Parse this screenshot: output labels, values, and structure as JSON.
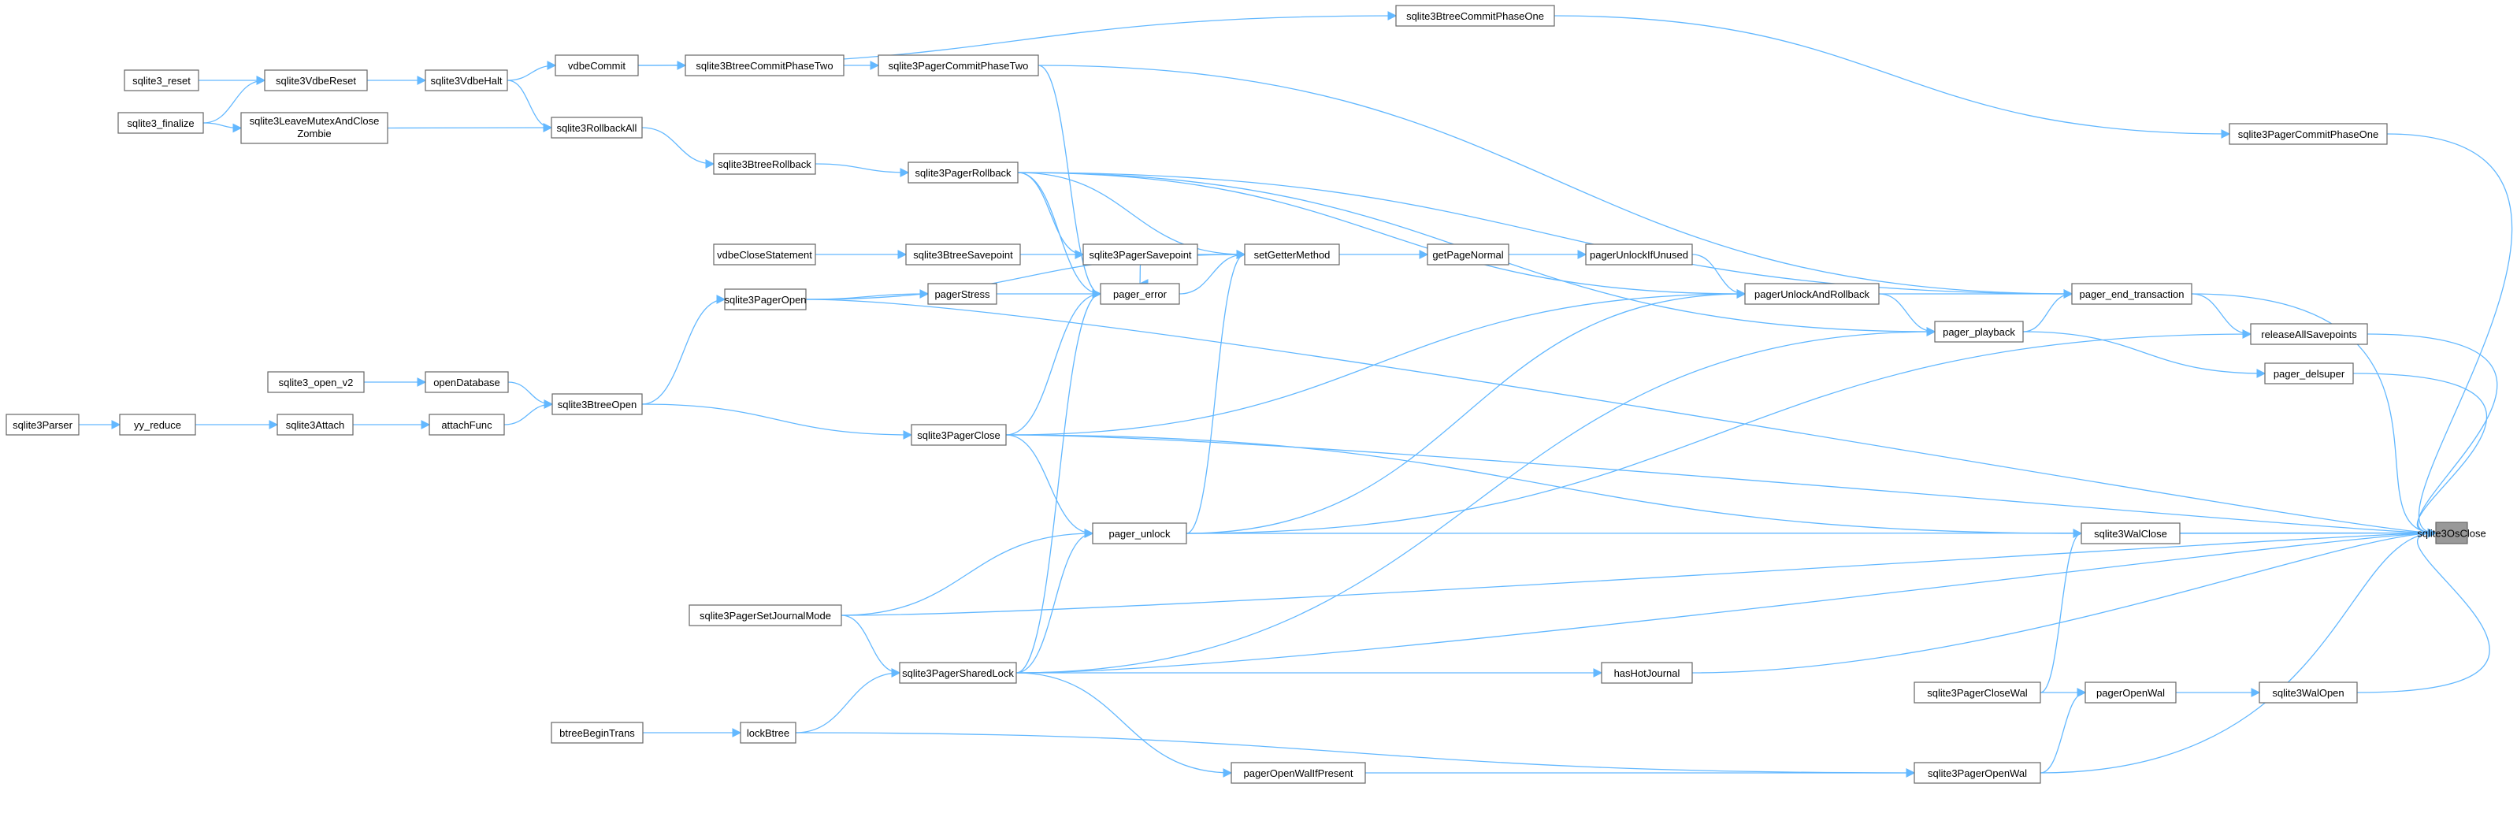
{
  "graph": {
    "focus_node": "sqlite3OsClose",
    "colors": {
      "edge": "#63b8ff",
      "node_border": "#666666",
      "node_fill": "#ffffff",
      "focus_fill": "#999999"
    },
    "nodes": [
      {
        "id": "sqlite3OsClose",
        "label": "sqlite3OsClose"
      },
      {
        "id": "sqlite3BtreeCommitPhaseOne",
        "label": "sqlite3BtreeCommitPhaseOne"
      },
      {
        "id": "sqlite3_reset",
        "label": "sqlite3_reset"
      },
      {
        "id": "sqlite3VdbeReset",
        "label": "sqlite3VdbeReset"
      },
      {
        "id": "sqlite3VdbeHalt",
        "label": "sqlite3VdbeHalt"
      },
      {
        "id": "vdbeCommit",
        "label": "vdbeCommit"
      },
      {
        "id": "sqlite3BtreeCommitPhaseTwo",
        "label": "sqlite3BtreeCommitPhaseTwo"
      },
      {
        "id": "sqlite3PagerCommitPhaseTwo",
        "label": "sqlite3PagerCommitPhaseTwo"
      },
      {
        "id": "sqlite3_finalize",
        "label": "sqlite3_finalize"
      },
      {
        "id": "sqlite3LeaveMutexAndCloseZombie",
        "label": "sqlite3LeaveMutexAndClose",
        "label2": "Zombie"
      },
      {
        "id": "sqlite3RollbackAll",
        "label": "sqlite3RollbackAll"
      },
      {
        "id": "sqlite3PagerCommitPhaseOne",
        "label": "sqlite3PagerCommitPhaseOne"
      },
      {
        "id": "sqlite3BtreeRollback",
        "label": "sqlite3BtreeRollback"
      },
      {
        "id": "sqlite3PagerRollback",
        "label": "sqlite3PagerRollback"
      },
      {
        "id": "vdbeCloseStatement",
        "label": "vdbeCloseStatement"
      },
      {
        "id": "sqlite3BtreeSavepoint",
        "label": "sqlite3BtreeSavepoint"
      },
      {
        "id": "sqlite3PagerSavepoint",
        "label": "sqlite3PagerSavepoint"
      },
      {
        "id": "setGetterMethod",
        "label": "setGetterMethod"
      },
      {
        "id": "getPageNormal",
        "label": "getPageNormal"
      },
      {
        "id": "pagerUnlockIfUnused",
        "label": "pagerUnlockIfUnused"
      },
      {
        "id": "pagerStress",
        "label": "pagerStress"
      },
      {
        "id": "pager_error",
        "label": "pager_error"
      },
      {
        "id": "pagerUnlockAndRollback",
        "label": "pagerUnlockAndRollback"
      },
      {
        "id": "pager_end_transaction",
        "label": "pager_end_transaction"
      },
      {
        "id": "sqlite3PagerOpen",
        "label": "sqlite3PagerOpen"
      },
      {
        "id": "pager_playback",
        "label": "pager_playback"
      },
      {
        "id": "releaseAllSavepoints",
        "label": "releaseAllSavepoints"
      },
      {
        "id": "sqlite3_open_v2",
        "label": "sqlite3_open_v2"
      },
      {
        "id": "openDatabase",
        "label": "openDatabase"
      },
      {
        "id": "pager_delsuper",
        "label": "pager_delsuper"
      },
      {
        "id": "sqlite3BtreeOpen",
        "label": "sqlite3BtreeOpen"
      },
      {
        "id": "sqlite3Parser",
        "label": "sqlite3Parser"
      },
      {
        "id": "yy_reduce",
        "label": "yy_reduce"
      },
      {
        "id": "sqlite3Attach",
        "label": "sqlite3Attach"
      },
      {
        "id": "attachFunc",
        "label": "attachFunc"
      },
      {
        "id": "sqlite3PagerClose",
        "label": "sqlite3PagerClose"
      },
      {
        "id": "pager_unlock",
        "label": "pager_unlock"
      },
      {
        "id": "sqlite3WalClose",
        "label": "sqlite3WalClose"
      },
      {
        "id": "sqlite3PagerSetJournalMode",
        "label": "sqlite3PagerSetJournalMode"
      },
      {
        "id": "sqlite3PagerSharedLock",
        "label": "sqlite3PagerSharedLock"
      },
      {
        "id": "hasHotJournal",
        "label": "hasHotJournal"
      },
      {
        "id": "sqlite3PagerCloseWal",
        "label": "sqlite3PagerCloseWal"
      },
      {
        "id": "pagerOpenWal",
        "label": "pagerOpenWal"
      },
      {
        "id": "sqlite3WalOpen",
        "label": "sqlite3WalOpen"
      },
      {
        "id": "btreeBeginTrans",
        "label": "btreeBeginTrans"
      },
      {
        "id": "lockBtree",
        "label": "lockBtree"
      },
      {
        "id": "pagerOpenWalIfPresent",
        "label": "pagerOpenWalIfPresent"
      },
      {
        "id": "sqlite3PagerOpenWal",
        "label": "sqlite3PagerOpenWal"
      }
    ],
    "edges": [
      [
        "sqlite3VdbeReset",
        "sqlite3_reset"
      ],
      [
        "sqlite3VdbeReset",
        "sqlite3_finalize"
      ],
      [
        "sqlite3VdbeHalt",
        "sqlite3VdbeReset"
      ],
      [
        "vdbeCommit",
        "sqlite3VdbeHalt"
      ],
      [
        "sqlite3RollbackAll",
        "sqlite3VdbeHalt"
      ],
      [
        "sqlite3RollbackAll",
        "sqlite3LeaveMutexAndCloseZombie"
      ],
      [
        "sqlite3LeaveMutexAndCloseZombie",
        "sqlite3_finalize"
      ],
      [
        "sqlite3BtreeCommitPhaseTwo",
        "vdbeCommit"
      ],
      [
        "sqlite3BtreeCommitPhaseOne",
        "vdbeCommit"
      ],
      [
        "sqlite3PagerCommitPhaseTwo",
        "sqlite3BtreeCommitPhaseTwo"
      ],
      [
        "sqlite3BtreeRollback",
        "sqlite3RollbackAll"
      ],
      [
        "sqlite3PagerRollback",
        "sqlite3BtreeRollback"
      ],
      [
        "sqlite3BtreeSavepoint",
        "vdbeCloseStatement"
      ],
      [
        "sqlite3PagerSavepoint",
        "sqlite3BtreeSavepoint"
      ],
      [
        "sqlite3PagerSavepoint",
        "sqlite3PagerRollback"
      ],
      [
        "pager_error",
        "sqlite3PagerRollback"
      ],
      [
        "pager_error",
        "sqlite3PagerCommitPhaseTwo"
      ],
      [
        "pager_error",
        "pagerStress"
      ],
      [
        "pager_error",
        "sqlite3PagerSavepoint"
      ],
      [
        "pager_error",
        "sqlite3PagerClose"
      ],
      [
        "pager_error",
        "sqlite3PagerSharedLock"
      ],
      [
        "pagerStress",
        "sqlite3PagerOpen"
      ],
      [
        "sqlite3PagerOpen",
        "sqlite3BtreeOpen"
      ],
      [
        "setGetterMethod",
        "sqlite3PagerRollback"
      ],
      [
        "setGetterMethod",
        "sqlite3PagerSavepoint"
      ],
      [
        "setGetterMethod",
        "pager_error"
      ],
      [
        "setGetterMethod",
        "sqlite3PagerOpen"
      ],
      [
        "setGetterMethod",
        "pager_unlock"
      ],
      [
        "getPageNormal",
        "setGetterMethod"
      ],
      [
        "pagerUnlockIfUnused",
        "getPageNormal"
      ],
      [
        "pagerUnlockAndRollback",
        "pagerUnlockIfUnused"
      ],
      [
        "pagerUnlockAndRollback",
        "sqlite3PagerRollback"
      ],
      [
        "pagerUnlockAndRollback",
        "sqlite3PagerClose"
      ],
      [
        "pagerUnlockAndRollback",
        "pager_unlock"
      ],
      [
        "pager_end_transaction",
        "pagerUnlockAndRollback"
      ],
      [
        "pager_end_transaction",
        "sqlite3PagerCommitPhaseTwo"
      ],
      [
        "pager_end_transaction",
        "sqlite3PagerRollback"
      ],
      [
        "pager_end_transaction",
        "pager_playback"
      ],
      [
        "pager_playback",
        "sqlite3PagerRollback"
      ],
      [
        "pager_playback",
        "pagerUnlockAndRollback"
      ],
      [
        "pager_playback",
        "sqlite3PagerSharedLock"
      ],
      [
        "releaseAllSavepoints",
        "pager_end_transaction"
      ],
      [
        "releaseAllSavepoints",
        "pager_unlock"
      ],
      [
        "pager_delsuper",
        "pager_playback"
      ],
      [
        "sqlite3PagerCommitPhaseOne",
        "sqlite3BtreeCommitPhaseOne"
      ],
      [
        "openDatabase",
        "sqlite3_open_v2"
      ],
      [
        "sqlite3BtreeOpen",
        "openDatabase"
      ],
      [
        "sqlite3BtreeOpen",
        "attachFunc"
      ],
      [
        "attachFunc",
        "sqlite3Attach"
      ],
      [
        "sqlite3Attach",
        "yy_reduce"
      ],
      [
        "yy_reduce",
        "sqlite3Parser"
      ],
      [
        "sqlite3PagerClose",
        "sqlite3BtreeOpen"
      ],
      [
        "pager_unlock",
        "sqlite3PagerClose"
      ],
      [
        "pager_unlock",
        "sqlite3PagerSetJournalMode"
      ],
      [
        "pager_unlock",
        "sqlite3PagerSharedLock"
      ],
      [
        "sqlite3WalClose",
        "sqlite3PagerClose"
      ],
      [
        "sqlite3WalClose",
        "sqlite3PagerCloseWal"
      ],
      [
        "sqlite3PagerSharedLock",
        "sqlite3PagerSetJournalMode"
      ],
      [
        "sqlite3PagerSharedLock",
        "lockBtree"
      ],
      [
        "hasHotJournal",
        "sqlite3PagerSharedLock"
      ],
      [
        "lockBtree",
        "btreeBeginTrans"
      ],
      [
        "pagerOpenWalIfPresent",
        "sqlite3PagerSharedLock"
      ],
      [
        "pagerOpenWal",
        "sqlite3PagerCloseWal"
      ],
      [
        "pagerOpenWal",
        "sqlite3PagerOpenWal"
      ],
      [
        "sqlite3WalOpen",
        "pagerOpenWal"
      ],
      [
        "sqlite3PagerOpenWal",
        "pagerOpenWalIfPresent"
      ],
      [
        "sqlite3PagerOpenWal",
        "lockBtree"
      ],
      [
        "sqlite3OsClose",
        "sqlite3PagerCommitPhaseOne"
      ],
      [
        "sqlite3OsClose",
        "pager_end_transaction"
      ],
      [
        "sqlite3OsClose",
        "releaseAllSavepoints"
      ],
      [
        "sqlite3OsClose",
        "pager_delsuper"
      ],
      [
        "sqlite3OsClose",
        "sqlite3PagerOpen"
      ],
      [
        "sqlite3OsClose",
        "sqlite3PagerClose"
      ],
      [
        "sqlite3OsClose",
        "sqlite3WalClose"
      ],
      [
        "sqlite3OsClose",
        "pager_unlock"
      ],
      [
        "sqlite3OsClose",
        "sqlite3PagerSetJournalMode"
      ],
      [
        "sqlite3OsClose",
        "hasHotJournal"
      ],
      [
        "sqlite3OsClose",
        "sqlite3PagerSharedLock"
      ],
      [
        "sqlite3OsClose",
        "sqlite3WalOpen"
      ],
      [
        "sqlite3OsClose",
        "sqlite3PagerOpenWal"
      ]
    ]
  }
}
